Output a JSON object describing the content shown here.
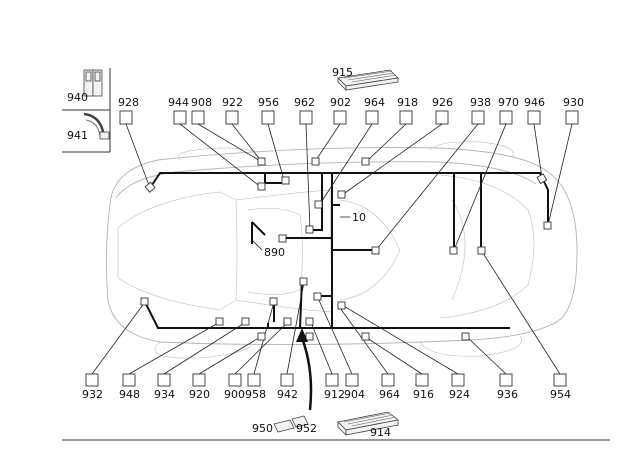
{
  "parts": {
    "top": [
      {
        "id": "928",
        "label": "928"
      },
      {
        "id": "944",
        "label": "944"
      },
      {
        "id": "908",
        "label": "908"
      },
      {
        "id": "922",
        "label": "922"
      },
      {
        "id": "956",
        "label": "956"
      },
      {
        "id": "962",
        "label": "962"
      },
      {
        "id": "902",
        "label": "902"
      },
      {
        "id": "964t",
        "label": "964"
      },
      {
        "id": "918",
        "label": "918"
      },
      {
        "id": "926",
        "label": "926"
      },
      {
        "id": "938",
        "label": "938"
      },
      {
        "id": "970",
        "label": "970"
      },
      {
        "id": "946",
        "label": "946"
      },
      {
        "id": "930",
        "label": "930"
      }
    ],
    "bottom": [
      {
        "id": "932",
        "label": "932"
      },
      {
        "id": "948",
        "label": "948"
      },
      {
        "id": "934",
        "label": "934"
      },
      {
        "id": "920",
        "label": "920"
      },
      {
        "id": "900",
        "label": "900"
      },
      {
        "id": "958",
        "label": "958"
      },
      {
        "id": "942",
        "label": "942"
      },
      {
        "id": "912",
        "label": "912"
      },
      {
        "id": "904",
        "label": "904"
      },
      {
        "id": "964b",
        "label": "964"
      },
      {
        "id": "916",
        "label": "916"
      },
      {
        "id": "924",
        "label": "924"
      },
      {
        "id": "936",
        "label": "936"
      },
      {
        "id": "954",
        "label": "954"
      }
    ],
    "inset": [
      {
        "id": "940",
        "label": "940"
      },
      {
        "id": "941",
        "label": "941"
      }
    ],
    "extra": {
      "p915": "915",
      "p914": "914",
      "p950": "950",
      "p952": "952",
      "p890": "890",
      "p10": "10"
    }
  }
}
